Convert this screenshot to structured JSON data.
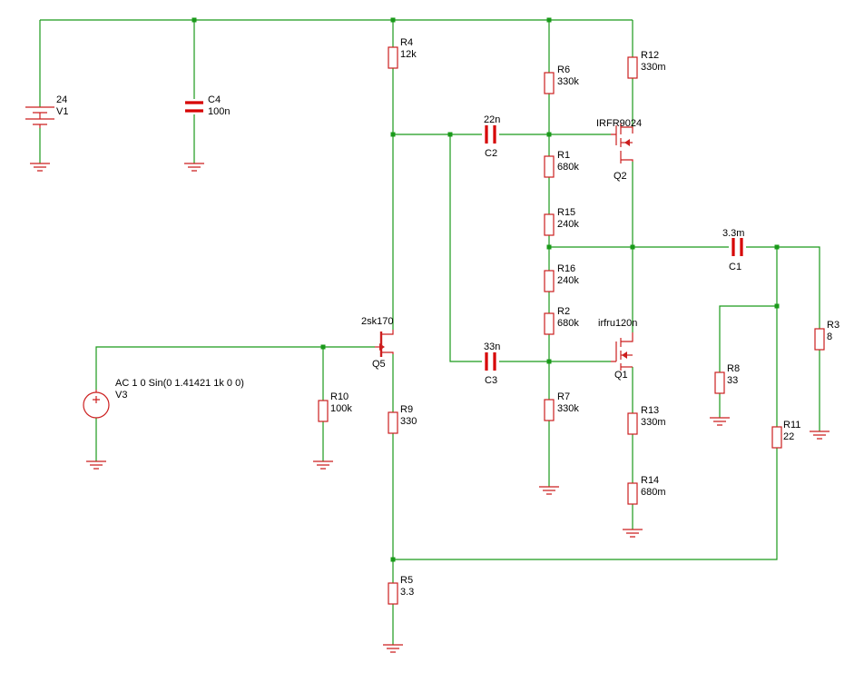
{
  "colors": {
    "wire": "#1a9a1a",
    "component": "#cc1f1f",
    "capacitor": "#d60000",
    "text": "#000000",
    "background": "#ffffff"
  },
  "sources": {
    "V1": {
      "ref": "V1",
      "value": "24"
    },
    "V3": {
      "ref": "V3",
      "value": "AC 1 0 Sin(0 1.41421 1k 0 0)"
    }
  },
  "resistors": {
    "R1": {
      "ref": "R1",
      "value": "680k"
    },
    "R2": {
      "ref": "R2",
      "value": "680k"
    },
    "R3": {
      "ref": "R3",
      "value": "8"
    },
    "R4": {
      "ref": "R4",
      "value": "12k"
    },
    "R5": {
      "ref": "R5",
      "value": "3.3"
    },
    "R6": {
      "ref": "R6",
      "value": "330k"
    },
    "R7": {
      "ref": "R7",
      "value": "330k"
    },
    "R8": {
      "ref": "R8",
      "value": "33"
    },
    "R9": {
      "ref": "R9",
      "value": "330"
    },
    "R10": {
      "ref": "R10",
      "value": "100k"
    },
    "R11": {
      "ref": "R11",
      "value": "22"
    },
    "R12": {
      "ref": "R12",
      "value": "330m"
    },
    "R13": {
      "ref": "R13",
      "value": "330m"
    },
    "R14": {
      "ref": "R14",
      "value": "680m"
    },
    "R15": {
      "ref": "R15",
      "value": "240k"
    },
    "R16": {
      "ref": "R16",
      "value": "240k"
    }
  },
  "capacitors": {
    "C1": {
      "ref": "C1",
      "value": "3.3m"
    },
    "C2": {
      "ref": "C2",
      "value": "22n"
    },
    "C3": {
      "ref": "C3",
      "value": "33n"
    },
    "C4": {
      "ref": "C4",
      "value": "100n"
    }
  },
  "transistors": {
    "Q1": {
      "ref": "Q1",
      "model": "irfru120n"
    },
    "Q2": {
      "ref": "Q2",
      "model": "IRFR9024"
    },
    "Q5": {
      "ref": "Q5",
      "model": "2sk170"
    }
  }
}
